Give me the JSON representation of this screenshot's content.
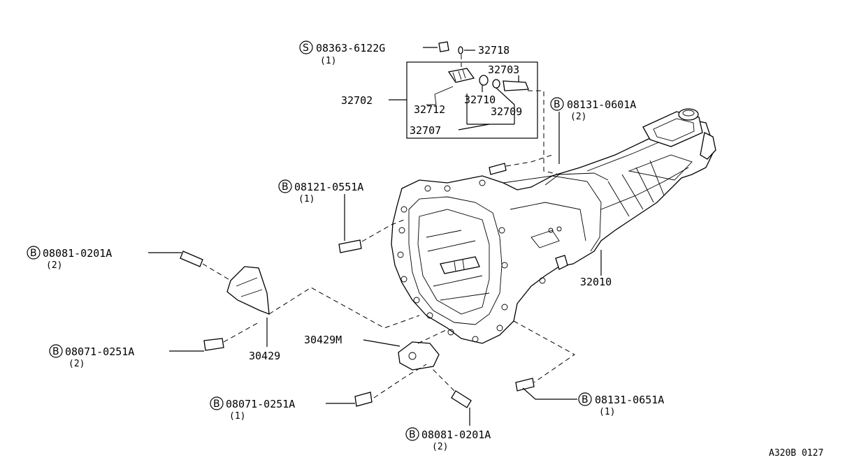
{
  "diagram": {
    "doc_code": "A320B 0127",
    "callouts": [
      {
        "id": "c1",
        "prefix": "S",
        "part": "08363-6122G",
        "qty": "(1)"
      },
      {
        "id": "c2",
        "prefix": "",
        "part": "32718",
        "qty": ""
      },
      {
        "id": "c3",
        "prefix": "",
        "part": "32703",
        "qty": ""
      },
      {
        "id": "c4",
        "prefix": "",
        "part": "32702",
        "qty": ""
      },
      {
        "id": "c5",
        "prefix": "",
        "part": "32712",
        "qty": ""
      },
      {
        "id": "c6",
        "prefix": "",
        "part": "32710",
        "qty": ""
      },
      {
        "id": "c7",
        "prefix": "",
        "part": "32709",
        "qty": ""
      },
      {
        "id": "c8",
        "prefix": "",
        "part": "32707",
        "qty": ""
      },
      {
        "id": "c9",
        "prefix": "B",
        "part": "08131-0601A",
        "qty": "(2)"
      },
      {
        "id": "c10",
        "prefix": "B",
        "part": "08121-0551A",
        "qty": "(1)"
      },
      {
        "id": "c11",
        "prefix": "B",
        "part": "08081-0201A",
        "qty": "(2)"
      },
      {
        "id": "c12",
        "prefix": "",
        "part": "32010",
        "qty": ""
      },
      {
        "id": "c13",
        "prefix": "B",
        "part": "08071-0251A",
        "qty": "(2)"
      },
      {
        "id": "c14",
        "prefix": "",
        "part": "30429",
        "qty": ""
      },
      {
        "id": "c15",
        "prefix": "",
        "part": "30429M",
        "qty": ""
      },
      {
        "id": "c16",
        "prefix": "B",
        "part": "08071-0251A",
        "qty": "(1)"
      },
      {
        "id": "c17",
        "prefix": "B",
        "part": "08131-0651A",
        "qty": "(1)"
      },
      {
        "id": "c18",
        "prefix": "B",
        "part": "08081-0201A",
        "qty": "(2)"
      }
    ]
  }
}
